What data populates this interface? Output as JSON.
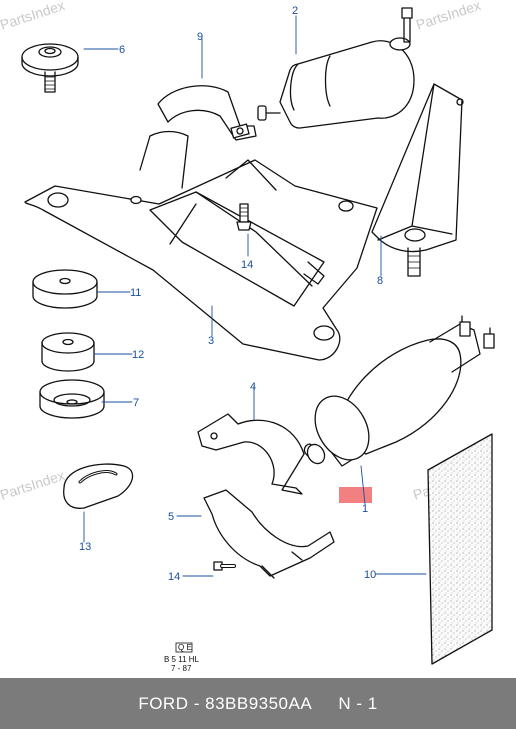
{
  "watermarks": [
    "PartsIndex",
    "PartsIndex",
    "PartsIndex",
    "PartsIndex"
  ],
  "callouts": {
    "c1": "1",
    "c2": "2",
    "c3": "3",
    "c4": "4",
    "c5": "5",
    "c6": "6",
    "c7": "7",
    "c8": "8",
    "c9": "9",
    "c10": "10",
    "c11": "11",
    "c12": "12",
    "c13": "13",
    "c14a": "14",
    "c14b": "14"
  },
  "stamp": {
    "box": "Q E",
    "line1": "B 5 11 HL",
    "line2": "7 - 87"
  },
  "footer": {
    "brand": "FORD",
    "sep": " - ",
    "part_number": "83BB9350AA",
    "gap": "     ",
    "qty": "N - 1"
  },
  "colors": {
    "ink": "#111111",
    "callout": "#1a4fa0",
    "highlight": "#f06a6a",
    "footer_bg": "#7b7b7b"
  }
}
